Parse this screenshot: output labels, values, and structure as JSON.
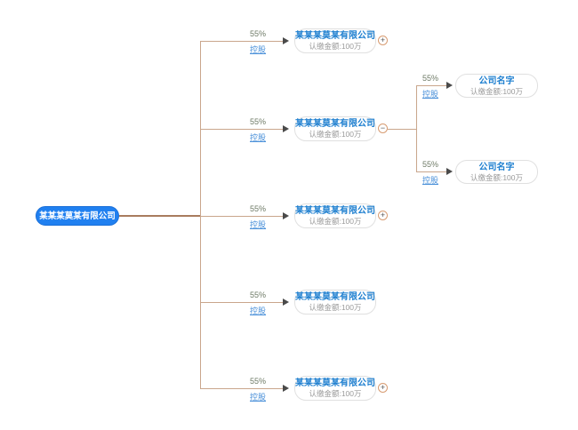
{
  "colors": {
    "root_bg": "#2080f0",
    "node_border": "#e0e0e0",
    "edge_line": "#c9a68c",
    "root_edge_line": "#a87c5e",
    "title_blue": "#2080d0",
    "subtitle_gray": "#9a9a9a",
    "percent_label": "#6e7a66",
    "holding_link_blue": "#4a90d9",
    "expander_border": "#d89c72",
    "arrowhead": "#4a4a4a"
  },
  "root": {
    "label": "某某某莫某有限公司"
  },
  "children": [
    {
      "percent": "55%",
      "holding": "控股",
      "title": "某某某莫某有限公司",
      "subtitle": "认缴金额:100万",
      "expander": "+"
    },
    {
      "percent": "55%",
      "holding": "控股",
      "title": "某某某莫某有限公司",
      "subtitle": "认缴金额:100万",
      "expander": "−"
    },
    {
      "percent": "55%",
      "holding": "控股",
      "title": "某某某莫某有限公司",
      "subtitle": "认缴金额:100万",
      "expander": "+"
    },
    {
      "percent": "55%",
      "holding": "控股",
      "title": "某某某莫某有限公司",
      "subtitle": "认缴金额:100万",
      "expander": ""
    },
    {
      "percent": "55%",
      "holding": "控股",
      "title": "某某某莫某有限公司",
      "subtitle": "认缴金额:100万",
      "expander": "+"
    }
  ],
  "grandchildren": [
    {
      "percent": "55%",
      "holding": "控股",
      "title": "公司名字",
      "subtitle": "认缴金额:100万"
    },
    {
      "percent": "55%",
      "holding": "控股",
      "title": "公司名字",
      "subtitle": "认缴金额:100万"
    }
  ]
}
